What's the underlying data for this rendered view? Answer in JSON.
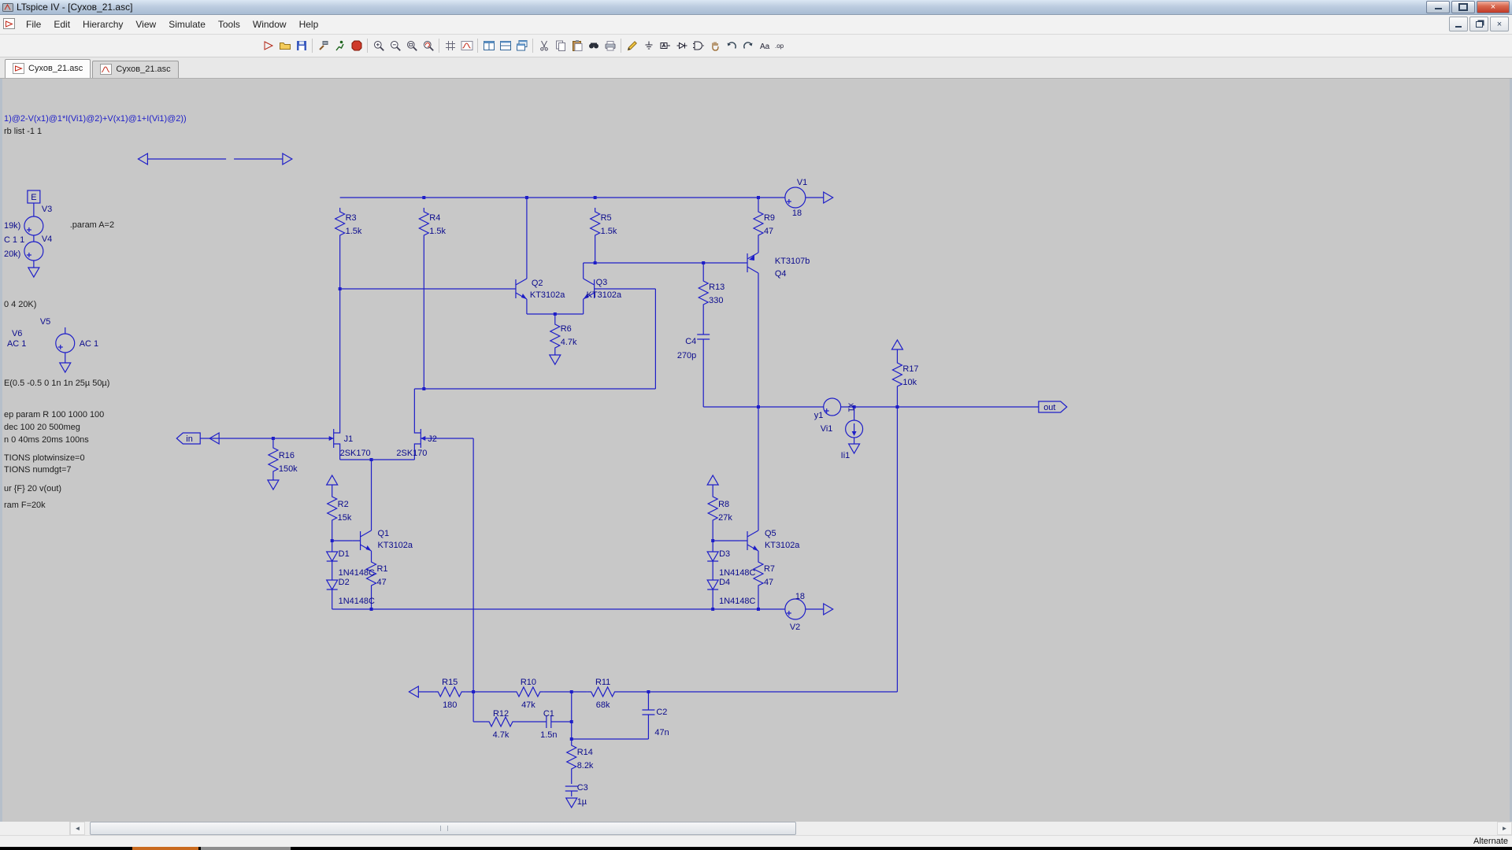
{
  "window": {
    "title": "LTspice IV - [Сухов_21.asc]",
    "close_glyph": "×"
  },
  "menu": {
    "items": [
      "File",
      "Edit",
      "Hierarchy",
      "View",
      "Simulate",
      "Tools",
      "Window",
      "Help"
    ]
  },
  "toolbar": {
    "icons": [
      "new-schematic",
      "open",
      "save",
      "control-panel",
      "run",
      "halt",
      "zoom-in",
      "zoom-out",
      "zoom-full",
      "zoom-redraw",
      "grid",
      "waveform",
      "tile-vertical",
      "tile-horizontal",
      "cascade",
      "cut",
      "copy",
      "paste",
      "find",
      "print",
      "wire",
      "ground",
      "label",
      "diode",
      "component",
      "move",
      "undo",
      "redo",
      "text",
      "spice-directive"
    ],
    "text_glyph": "Aa",
    "op_glyph": ".op"
  },
  "tabs": [
    {
      "label": "Сухов_21.asc"
    },
    {
      "label": "Сухов_21.asc"
    }
  ],
  "status": {
    "right": "Alternate"
  },
  "sch": {
    "nets": {
      "in": "in",
      "out": "out",
      "x1": "x1",
      "y1": "y1",
      "e": "E"
    },
    "comps": {
      "R1": {
        "ref": "R1",
        "val": "47"
      },
      "R2": {
        "ref": "R2",
        "val": "15k"
      },
      "R3": {
        "ref": "R3",
        "val": "1.5k"
      },
      "R4": {
        "ref": "R4",
        "val": "1.5k"
      },
      "R5": {
        "ref": "R5",
        "val": "1.5k"
      },
      "R6": {
        "ref": "R6",
        "val": "4.7k"
      },
      "R7": {
        "ref": "R7",
        "val": "47"
      },
      "R8": {
        "ref": "R8",
        "val": "27k"
      },
      "R9": {
        "ref": "R9",
        "val": "47"
      },
      "R10": {
        "ref": "R10",
        "val": "47k"
      },
      "R11": {
        "ref": "R11",
        "val": "68k"
      },
      "R12": {
        "ref": "R12",
        "val": "4.7k"
      },
      "R13": {
        "ref": "R13",
        "val": "330"
      },
      "R14": {
        "ref": "R14",
        "val": "8.2k"
      },
      "R15": {
        "ref": "R15",
        "val": "180"
      },
      "R16": {
        "ref": "R16",
        "val": "150k"
      },
      "R17": {
        "ref": "R17",
        "val": "10k"
      },
      "C1": {
        "ref": "C1",
        "val": "1.5n"
      },
      "C2": {
        "ref": "C2",
        "val": "47n"
      },
      "C3": {
        "ref": "C3",
        "val": "1µ"
      },
      "C4": {
        "ref": "C4",
        "val": "270p"
      },
      "D1": {
        "ref": "D1",
        "val": "1N4148C"
      },
      "D2": {
        "ref": "D2",
        "val": "1N4148C"
      },
      "D3": {
        "ref": "D3",
        "val": "1N4148C"
      },
      "D4": {
        "ref": "D4",
        "val": "1N4148C"
      },
      "Q1": {
        "ref": "Q1",
        "val": "KT3102a"
      },
      "Q2": {
        "ref": "Q2",
        "val": "KT3102a"
      },
      "Q3": {
        "ref": "Q3",
        "val": "KT3102a"
      },
      "Q4": {
        "ref": "Q4",
        "val": "KT3107b"
      },
      "Q5": {
        "ref": "Q5",
        "val": "KT3102a"
      },
      "J1": {
        "ref": "J1",
        "val": "2SK170"
      },
      "J2": {
        "ref": "J2",
        "val": "2SK170"
      },
      "V1": {
        "ref": "V1",
        "val": "18"
      },
      "V2": {
        "ref": "V2",
        "val": "18"
      },
      "V3": {
        "ref": "V3"
      },
      "V4": {
        "ref": "V4"
      },
      "V5": {
        "ref": "V5"
      },
      "V6": {
        "ref": "V6"
      },
      "Vi1": {
        "ref": "Vi1"
      },
      "Ii1": {
        "ref": "Ii1"
      }
    },
    "texts": {
      "formula": "1)@2-V(x1)@1*I(Vi1)@2)+V(x1)@1+I(Vi1)@2))",
      "rb": "rb list -1 1",
      "v19k": "19k)",
      "param_a": ".param A=2",
      "c11": "C 1 1",
      "v20k": "20k)",
      "t0420": "0 4 20K)",
      "ac1l": "AC 1",
      "ac1r": "AC 1",
      "pwl": "E(0.5 -0.5 0 1n 1n 25µ 50µ)",
      "stepdir": "ep param R 100 1000 100",
      "acdir": "dec 100 20 500meg",
      "trandir": "n 0 40ms 20ms 100ns",
      "opt1": "TIONS plotwinsize=0",
      "opt2": "TIONS numdgt=7",
      "fourdir": "ur {F} 20 v(out)",
      "paramf": "ram F=20k"
    }
  }
}
